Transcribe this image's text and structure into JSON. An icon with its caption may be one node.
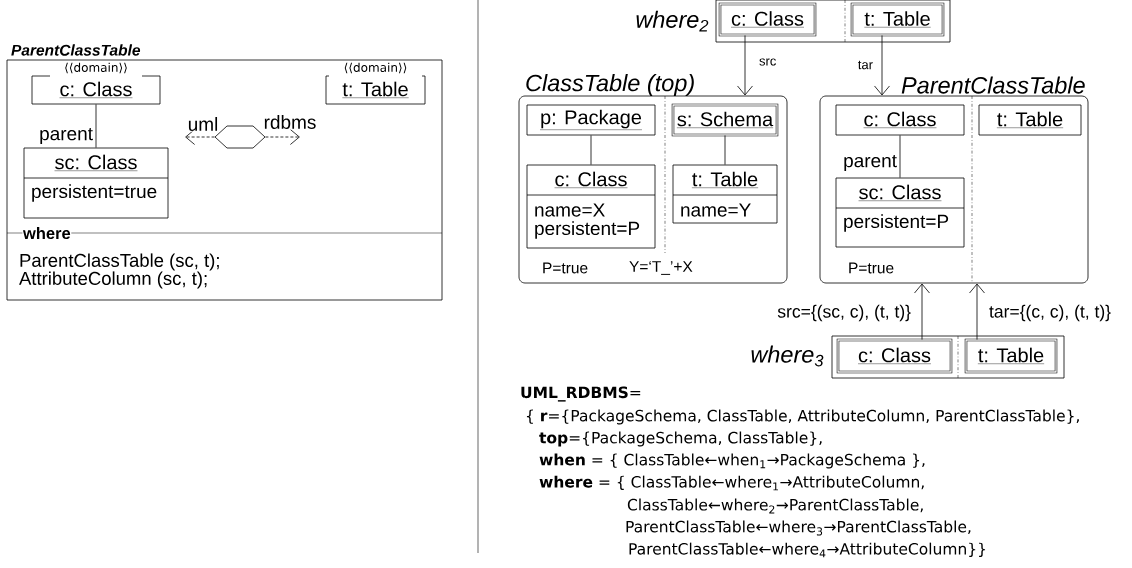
{
  "diagram": {
    "nodes": [
      {
        "text": [
          "ParentClassTable",
          "where",
          "ParentClassTable (sc, t);",
          "AttributeColumn (sc, t);"
        ]
      },
      {
        "text": [
          "c: Class"
        ],
        "beside": [
          "⟨⟨domain⟩⟩"
        ],
        "in": 0
      },
      {
        "text": [
          "t: Table"
        ],
        "beside": [
          "⟨⟨domain⟩⟩"
        ],
        "in": 0
      },
      {
        "text": [
          "sc: Class",
          "persistent=true"
        ],
        "in": 0
      },
      {
        "text": [],
        "shape": "hexagon",
        "in": 0
      },
      {
        "text": [
          "where$_{2}$"
        ]
      },
      {
        "text": [
          "c: Class"
        ],
        "in": 5
      },
      {
        "text": [
          "t: Table"
        ],
        "in": 5
      },
      {
        "text": [
          "ClassTable (top)",
          "P=true",
          "Y=‘T_’+X"
        ]
      },
      {
        "text": [
          "p: Package"
        ],
        "in": 8
      },
      {
        "text": [
          "c: Class",
          "name=X",
          "persistent=P"
        ],
        "in": 8
      },
      {
        "text": [
          "s: Schema"
        ],
        "in": 8
      },
      {
        "text": [
          "t: Table",
          "name=Y"
        ],
        "in": 8
      },
      {
        "text": [
          "ParentClassTable",
          "P=true"
        ]
      },
      {
        "text": [
          "c: Class"
        ],
        "in": 13
      },
      {
        "text": [
          "sc: Class",
          "persistent=P"
        ],
        "in": 13
      },
      {
        "text": [
          "t: Table"
        ],
        "in": 13
      },
      {
        "text": [
          "where$_{3}$"
        ]
      },
      {
        "text": [
          "c: Class"
        ],
        "in": 17
      },
      {
        "text": [
          "t: Table"
        ],
        "in": 17
      }
    ],
    "edges": [
      {
        "from": 1,
        "to": 3,
        "arrow": "none",
        "label": "parent"
      },
      {
        "from": 4,
        "to": null,
        "arrow": "to",
        "label": "uml",
        "style": "dashed"
      },
      {
        "from": 4,
        "to": null,
        "arrow": "to",
        "label": "rdbms",
        "style": "dashed"
      },
      {
        "from": 9,
        "to": 10,
        "arrow": "none"
      },
      {
        "from": 11,
        "to": 12,
        "arrow": "none"
      },
      {
        "from": 14,
        "to": 15,
        "arrow": "none",
        "label": "parent"
      },
      {
        "from": 6,
        "to": 8,
        "arrow": "to",
        "label": "src"
      },
      {
        "from": 7,
        "to": 13,
        "arrow": "to",
        "label": "tar"
      },
      {
        "from": 18,
        "to": 13,
        "arrow": "to",
        "label": "src={(sc, c), (t, t)}"
      },
      {
        "from": 19,
        "to": 13,
        "arrow": "to",
        "label": "tar={(c, c), (t, t)}"
      }
    ],
    "labels": [
      "**UML_RDBMS**=",
      "{ **r**={PackageSchema, ClassTable, AttributeColumn, ParentClassTable},",
      "**top**={PackageSchema, ClassTable},",
      "**when** = { ClassTable←when$_{1}$→PackageSchema },",
      "**where** = { ClassTable←where$_{1}$→AttributeColumn,",
      "ClassTable←where$_{2}$→ParentClassTable,",
      "ParentClassTable←where$_{3}$→ParentClassTable,",
      "ParentClassTable←where$_{4}$→AttributeColumn}}"
    ]
  }
}
